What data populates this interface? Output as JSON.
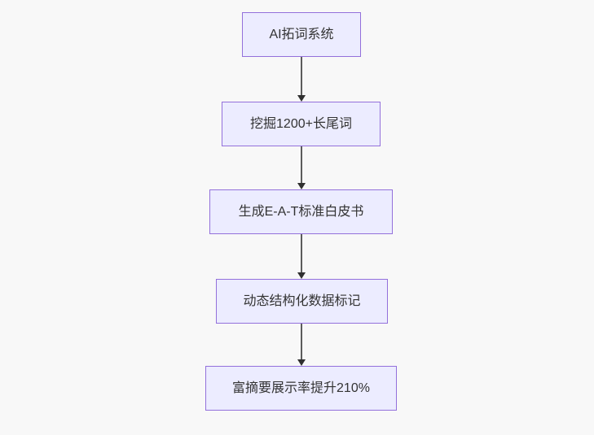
{
  "diagram": {
    "type": "flowchart",
    "direction": "top-down",
    "nodes": [
      {
        "id": "n1",
        "label": "AI拓词系统"
      },
      {
        "id": "n2",
        "label": "挖掘1200+长尾词"
      },
      {
        "id": "n3",
        "label": "生成E-A-T标准白皮书"
      },
      {
        "id": "n4",
        "label": "动态结构化数据标记"
      },
      {
        "id": "n5",
        "label": "富摘要展示率提升210%"
      }
    ],
    "edges": [
      {
        "from": "n1",
        "to": "n2",
        "style": "arrow-down"
      },
      {
        "from": "n2",
        "to": "n3",
        "style": "arrow-down"
      },
      {
        "from": "n3",
        "to": "n4",
        "style": "arrow-down"
      },
      {
        "from": "n4",
        "to": "n5",
        "style": "arrow-down"
      }
    ],
    "colors": {
      "background": "#f8f8f8",
      "node_fill": "#ECECFF",
      "node_border": "#9370DB",
      "arrow_line": "#5c5c5c",
      "arrow_head": "#2f2f2f",
      "text": "#333333"
    }
  }
}
